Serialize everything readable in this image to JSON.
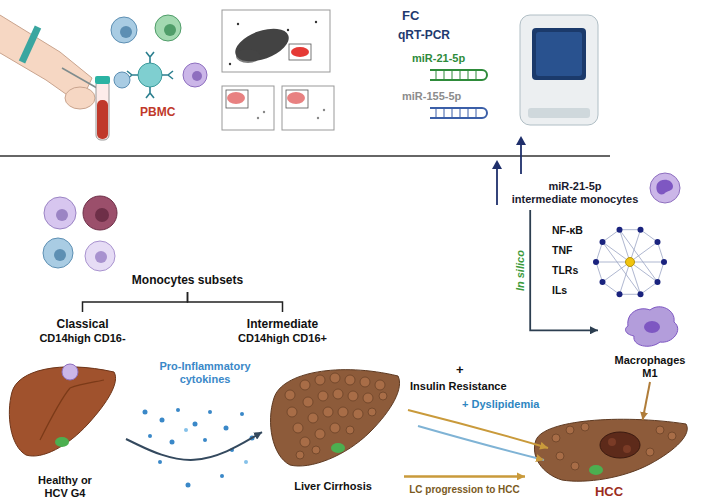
{
  "diagram": {
    "nodes": [
      {
        "text": [
          "Monocytes subsets"
        ]
      },
      {
        "text": [
          "Classical",
          "CD14high CD16-"
        ]
      },
      {
        "text": [
          "Intermediate",
          "CD14high CD16+"
        ]
      },
      {
        "text": [
          "Healthy or HCV G4"
        ]
      },
      {
        "text": [
          "Liver Cirrhosis"
        ]
      },
      {
        "text": [
          "HCC"
        ]
      },
      {
        "text": [
          "Macrophages M1"
        ]
      },
      {
        "text": [
          "miR-21-5p",
          "intermediate monocytes"
        ]
      },
      {
        "text": [
          "NF-κB",
          "TNF",
          "TLRs",
          "ILs"
        ]
      }
    ],
    "edges": [
      {
        "from": 0,
        "to": 1,
        "arrow": "none"
      },
      {
        "from": 0,
        "to": 2,
        "arrow": "none"
      },
      {
        "from": 3,
        "to": 4,
        "arrow": "to"
      },
      {
        "from": 4,
        "to": 5,
        "arrow": "to",
        "label": "LC progression to HCC"
      },
      {
        "from": 7,
        "to": 6,
        "arrow": "to",
        "label": "In silico"
      },
      {
        "from": 6,
        "to": 5,
        "arrow": "to"
      }
    ],
    "labels": [
      "PBMC",
      "FC",
      "qRT-PCR",
      "miR-21-5p",
      "miR-155-5p",
      "Pro-Inflammatory cytokines",
      "+",
      "Insulin Resistance",
      "+ Dyslipidemia"
    ]
  }
}
